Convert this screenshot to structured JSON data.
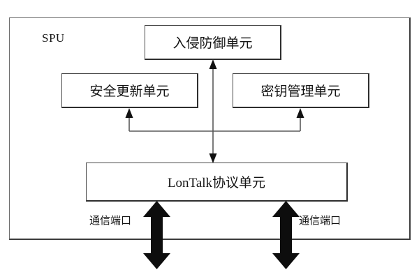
{
  "diagram": {
    "title_label": "SPU",
    "frame_name": "SPU",
    "nodes": [
      {
        "id": "intrusion-prevention-unit",
        "label": "入侵防御单元"
      },
      {
        "id": "security-update-unit",
        "label": "安全更新单元"
      },
      {
        "id": "key-management-unit",
        "label": "密钥管理单元"
      },
      {
        "id": "lontalk-protocol-unit",
        "label": "LonTalk协议单元"
      }
    ],
    "port_labels": [
      {
        "id": "comm-port-left",
        "label": "通信端口"
      },
      {
        "id": "comm-port-right",
        "label": "通信端口"
      }
    ],
    "connectors": [
      {
        "id": "lontalk-to-intrusion",
        "from": "lontalk-protocol-unit",
        "to": "intrusion-prevention-unit",
        "style": "thin",
        "arrow": "both"
      },
      {
        "id": "bus-to-security-update",
        "from": "bus",
        "to": "security-update-unit",
        "style": "thin",
        "arrow": "end"
      },
      {
        "id": "bus-to-key-management",
        "from": "bus",
        "to": "key-management-unit",
        "style": "thin",
        "arrow": "end"
      },
      {
        "id": "comm-port-left-arrow",
        "from": "lontalk-protocol-unit",
        "to": "external",
        "style": "thick",
        "arrow": "both"
      },
      {
        "id": "comm-port-right-arrow",
        "from": "lontalk-protocol-unit",
        "to": "external",
        "style": "thick",
        "arrow": "both"
      }
    ],
    "colors": {
      "background": "#ffffff",
      "box_border": "#4a4a4a",
      "frame_border": "#6e6e6e",
      "text": "#141414",
      "thin_connector": "#5a5a5a",
      "thick_connector": "#0d0d0d"
    }
  }
}
